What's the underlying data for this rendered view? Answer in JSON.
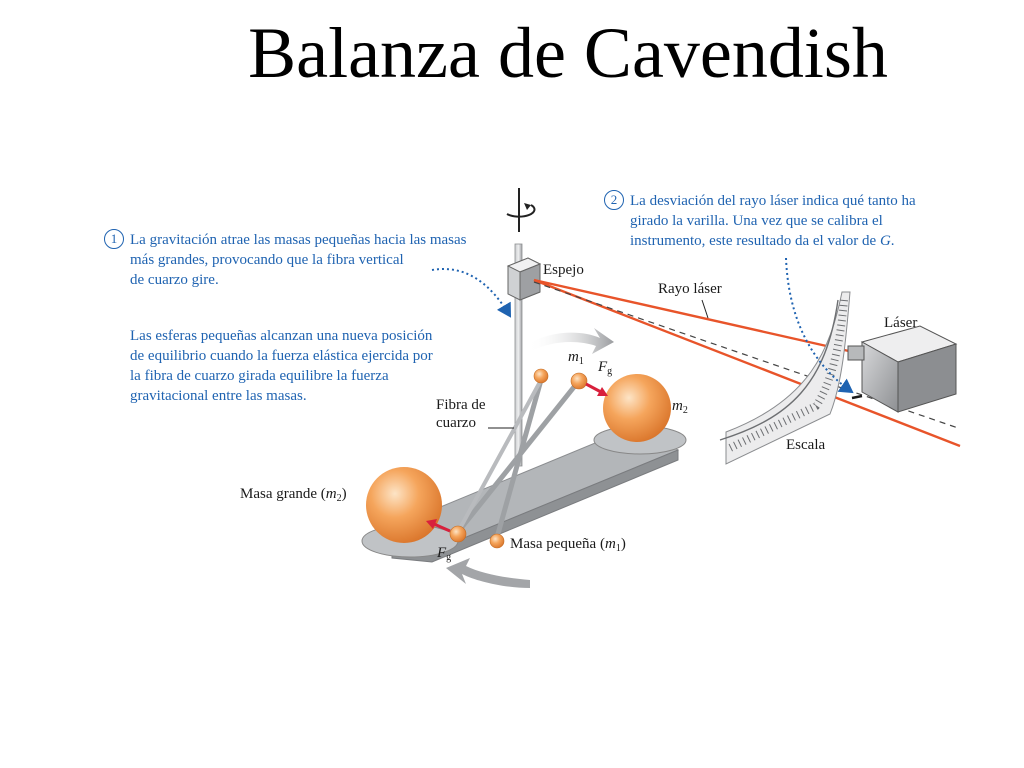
{
  "title": "Balanza de Cavendish",
  "note1": {
    "number": "1",
    "line1": "La gravitación atrae las masas pequeñas hacia las masas",
    "line2": "más grandes, provocando que la fibra vertical",
    "line3": "de cuarzo gire."
  },
  "note1b": {
    "line1": "Las esferas pequeñas alcanzan una nueva posición",
    "line2": "de equilibrio cuando la fuerza elástica ejercida por",
    "line3": "la fibra de cuarzo girada equilibre la fuerza",
    "line4": "gravitacional entre las masas."
  },
  "note2": {
    "number": "2",
    "line1": "La desviación del rayo láser indica qué tanto ha",
    "line2": "girado la varilla. Una vez que se calibra el",
    "line3": "instrumento, este resultado da el valor de",
    "var": "G",
    "end": "."
  },
  "labels": {
    "mirror": "Espejo",
    "laser_beam": "Rayo láser",
    "laser": "Láser",
    "scale": "Escala",
    "fiber_1": "Fibra de",
    "fiber_2": "cuarzo",
    "m1_var": "m",
    "m1_sub": "1",
    "m2_var": "m",
    "m2_sub": "2",
    "fg_var": "F",
    "fg_sub": "g",
    "large_mass_text": "Masa grande (",
    "large_mass_var": "m",
    "large_mass_sub": "2",
    "large_mass_close": ")",
    "small_mass_text": "Masa pequeña (",
    "small_mass_var": "m",
    "small_mass_sub": "1",
    "small_mass_close": ")"
  },
  "colors": {
    "annotation": "#1f63b1",
    "laser_beam": "#e8542a",
    "sphere": "#f29a4f",
    "force_arrow": "#d8203c",
    "apparatus": "#a7aaad"
  }
}
